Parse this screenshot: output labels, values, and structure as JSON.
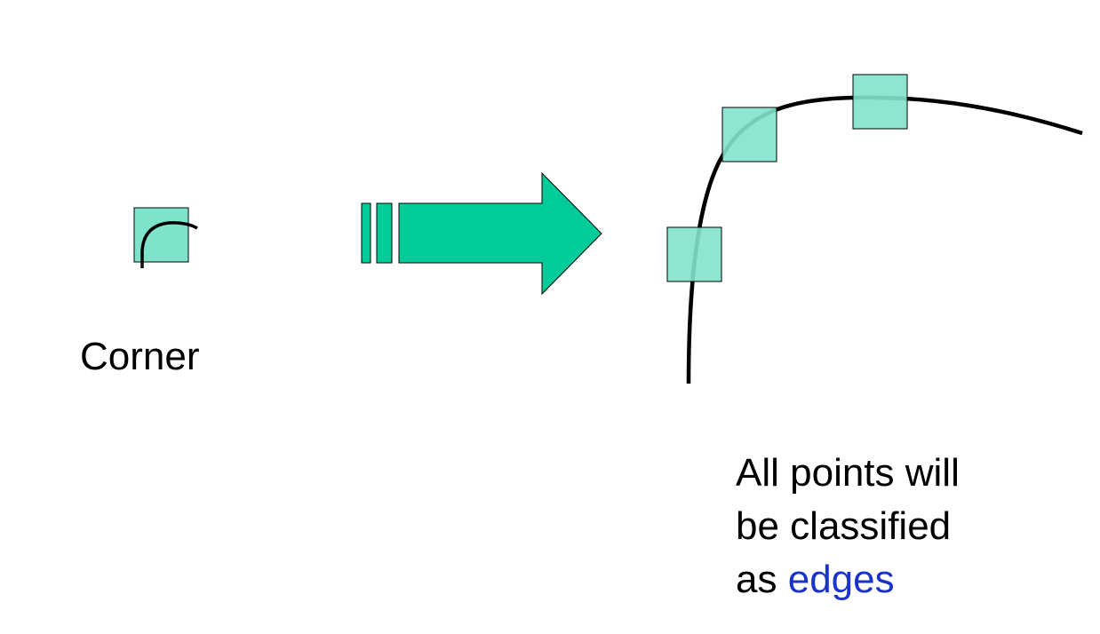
{
  "corner_label": "Corner",
  "caption": {
    "line1": "All points will",
    "line2": "be classified",
    "line3_prefix": "as",
    "line3_highlight": "edges"
  },
  "colors": {
    "window_fill": "#7fe3cc",
    "arrow_fill": "#00cc99",
    "curve_stroke": "#000000",
    "highlight_text": "#1a33cc"
  }
}
